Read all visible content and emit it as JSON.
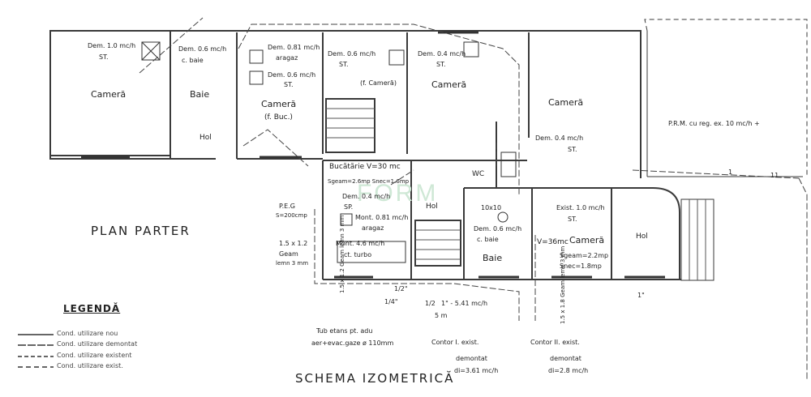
{
  "plan": {
    "title": "PLAN PARTER",
    "schema_title": "SCHEMA IZOMETRICĂ",
    "watermark": "FORM",
    "rooms": {
      "camera_1": "Cameră",
      "baie_1": "Baie",
      "hol_1": "Hol",
      "camera_2": "Cameră",
      "camera_2_sub": "(f. Buc.)",
      "camera_3": "Cameră",
      "camera_3_sub": "(f. Cameră)",
      "camera_4": "Cameră",
      "bucatarie": "Bucătărie V=30 mc",
      "bucatarie_dims": "Sgeam=2.6mp  Snec=1.6mp",
      "hol_2": "Hol",
      "wc": "WC",
      "baie_2": "Baie",
      "baie_2_dims": "10x10",
      "camera_5": "Cameră",
      "camera_5_vol": "V=36mc",
      "camera_5_s1": "Sgeam=2.2mp",
      "camera_5_s2": "Snec=1.8mp",
      "hol_3": "Hol"
    },
    "notes": {
      "dem_1": "Dem. 1.0 mc/h",
      "st_1": "ST.",
      "dem_2": "Dem. 0.6 mc/h",
      "cbaie_1": "c. baie",
      "dem_3": "Dem. 0.81 mc/h",
      "aragaz_1": "aragaz",
      "dem_4": "Dem. 0.6 mc/h",
      "st_4": "ST.",
      "dem_5": "Dem. 0.6 mc/h",
      "st_5": "ST.",
      "dem_6": "Dem. 0.4 mc/h",
      "st_6": "ST.",
      "dem_7": "Dem. 0.4 mc/h",
      "st_7": "ST.",
      "prm": "P.R.M. cu reg. ex. 10 mc/h +",
      "dem_8": "Dem. 0.4 mc/h",
      "sp": "SP.",
      "mont_1": "Mont. 0.81 mc/h",
      "aragaz_2": "aragaz",
      "mont_2": "Mont. 4.6 mc/h",
      "ct_turbo": "ct. turbo",
      "peg": "P.E.G",
      "s_peg": "S=200cmp",
      "geam_1": "1.5 x 1.2",
      "geam_1_b": "Geam",
      "geam_1_c": "lemn 3 mm",
      "exist": "Exist. 1.0 mc/h",
      "st_ex": "ST.",
      "dem_9": "Dem. 0.6 mc/h",
      "cbaie_2": "c. baie",
      "pipe_1": "1/2\"",
      "pipe_2": "1/2",
      "pipe_3": "1\" - 5.41 mc/h",
      "pipe_4": "5 m",
      "pipe_5": "1\"",
      "pipe_6": "1/4\"",
      "geam_2": "1.5 x 1.2 Geam lemn 3 mm",
      "geam_3": "1.5 x 1.8 Geam lemn 3 mm",
      "tub_1": "Tub etans pt. adu",
      "tub_2": "aer+evac.gaze ø 110mm",
      "contor_1": "Contor I. exist.",
      "contor_1_b": "demontat",
      "contor_1_c": "di=3.61 mc/h",
      "contor_2": "Contor II. exist.",
      "contor_2_b": "demontat",
      "contor_2_c": "di=2.8 mc/h",
      "dim_1": "1",
      "dim_2": "11"
    },
    "legend": {
      "title": "LEGENDĂ",
      "items": [
        "Cond. utilizare nou",
        "Cond. utilizare demontat",
        "Cond. utilizare existent",
        "Cond. utilizare exist."
      ]
    }
  }
}
